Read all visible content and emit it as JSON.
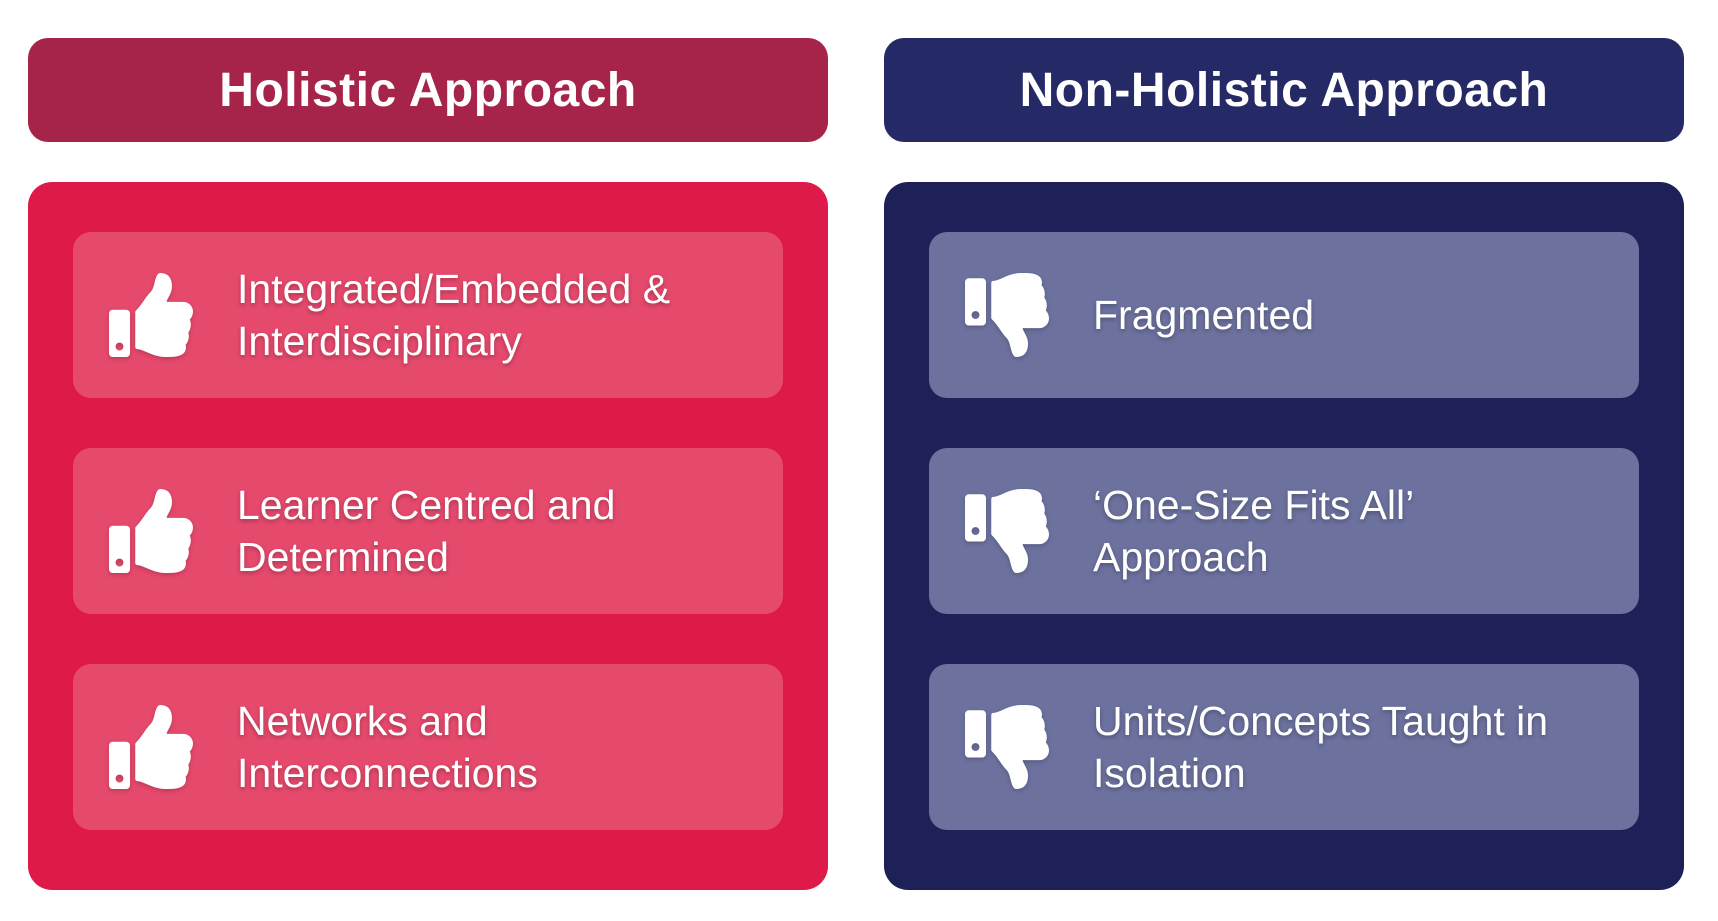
{
  "background": "#FFFFFF",
  "columns": [
    {
      "id": "holistic",
      "header": "Holistic Approach",
      "colors": {
        "header_bg": "#A62349",
        "panel_bg": "#DE1A4B",
        "card_bg": "#E5496C",
        "text": "#FFFFFF"
      },
      "items": [
        {
          "icon": "thumbs-up-icon",
          "label": "Integrated/Embedded & Interdisciplinary"
        },
        {
          "icon": "thumbs-up-icon",
          "label": "Learner Centred and Determined"
        },
        {
          "icon": "thumbs-up-icon",
          "label": "Networks and Interconnections"
        }
      ]
    },
    {
      "id": "non-holistic",
      "header": "Non-Holistic Approach",
      "colors": {
        "header_bg": "#252966",
        "panel_bg": "#1E2158",
        "card_bg": "#6C719E",
        "text": "#FFFFFF"
      },
      "items": [
        {
          "icon": "thumbs-down-icon",
          "label": "Fragmented"
        },
        {
          "icon": "thumbs-down-icon",
          "label": "‘One-Size Fits All’ Approach"
        },
        {
          "icon": "thumbs-down-icon",
          "label": "Units/Concepts Taught in Isolation"
        }
      ]
    }
  ]
}
